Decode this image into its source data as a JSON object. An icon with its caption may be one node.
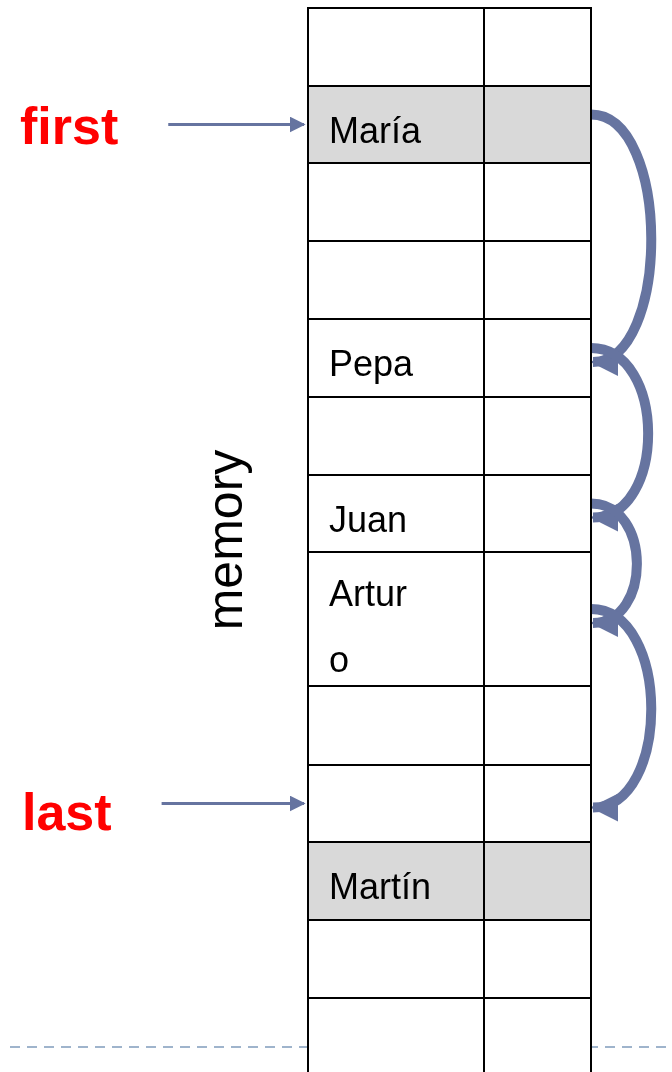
{
  "diagram": {
    "nodes": [
      {
        "text": [],
        "shape": "box"
      },
      {
        "text": [],
        "shape": "box"
      },
      {
        "text": [
          "first"
        ]
      },
      {
        "text": [
          "María"
        ]
      },
      {
        "text": [],
        "shape": "box"
      },
      {
        "text": [],
        "shape": "box"
      },
      {
        "text": [],
        "shape": "box"
      },
      {
        "text": [],
        "shape": "box"
      },
      {
        "text": [],
        "shape": "box"
      },
      {
        "text": [
          "Pepa"
        ]
      },
      {
        "text": [],
        "shape": "box"
      },
      {
        "text": [],
        "shape": "box"
      },
      {
        "text": [],
        "shape": "box"
      },
      {
        "text": [
          "Juan"
        ]
      },
      {
        "text": [],
        "shape": "box"
      },
      {
        "text": [
          "Arturo"
        ]
      },
      {
        "text": [],
        "shape": "box"
      },
      {
        "text": [],
        "shape": "box"
      },
      {
        "text": [],
        "shape": "box"
      },
      {
        "text": [
          "last"
        ]
      },
      {
        "text": [],
        "shape": "box"
      },
      {
        "text": [],
        "shape": "box"
      },
      {
        "text": [
          "Martín"
        ]
      },
      {
        "text": [],
        "shape": "box"
      },
      {
        "text": [],
        "shape": "box"
      },
      {
        "text": [],
        "shape": "box"
      },
      {
        "text": [],
        "shape": "box"
      },
      {
        "text": [],
        "shape": "box"
      }
    ],
    "edges": [
      {
        "from": 2,
        "to": 3,
        "arrow": "to"
      },
      {
        "from": 4,
        "to": 10,
        "arrow": "to"
      },
      {
        "from": 10,
        "to": 14,
        "arrow": "to"
      },
      {
        "from": 14,
        "to": 16,
        "arrow": "to"
      },
      {
        "from": 16,
        "to": 21,
        "arrow": "to"
      },
      {
        "from": 19,
        "to": 20,
        "arrow": "to"
      }
    ],
    "labels": [
      "memory"
    ]
  }
}
